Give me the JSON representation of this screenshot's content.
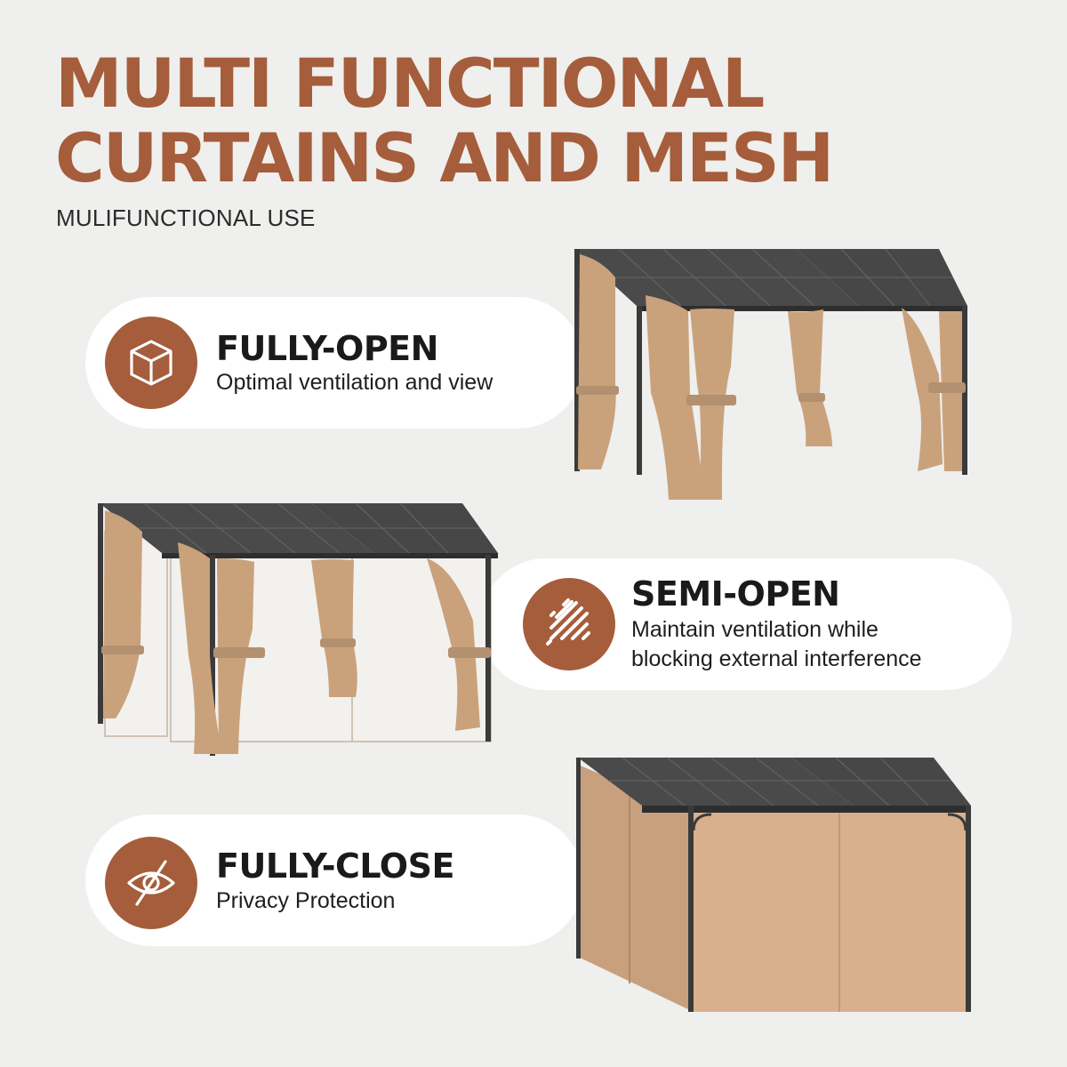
{
  "header": {
    "title_line1": "MULTI FUNCTIONAL",
    "title_line2": "CURTAINS AND MESH",
    "subtitle": "MULIFUNCTIONAL USE"
  },
  "colors": {
    "accent": "#a55d3b",
    "background": "#efefed",
    "pill": "#ffffff",
    "curtain": "#c9a27c",
    "frame": "#3a3a3a"
  },
  "options": [
    {
      "title": "FULLY-OPEN",
      "description": "Optimal ventilation and view",
      "icon": "box-icon"
    },
    {
      "title": "SEMI-OPEN",
      "description_line1": "Maintain ventilation while",
      "description_line2": "blocking external interference",
      "icon": "mesh-icon"
    },
    {
      "title": "FULLY-CLOSE",
      "description": "Privacy Protection",
      "icon": "eye-slash-icon"
    }
  ]
}
